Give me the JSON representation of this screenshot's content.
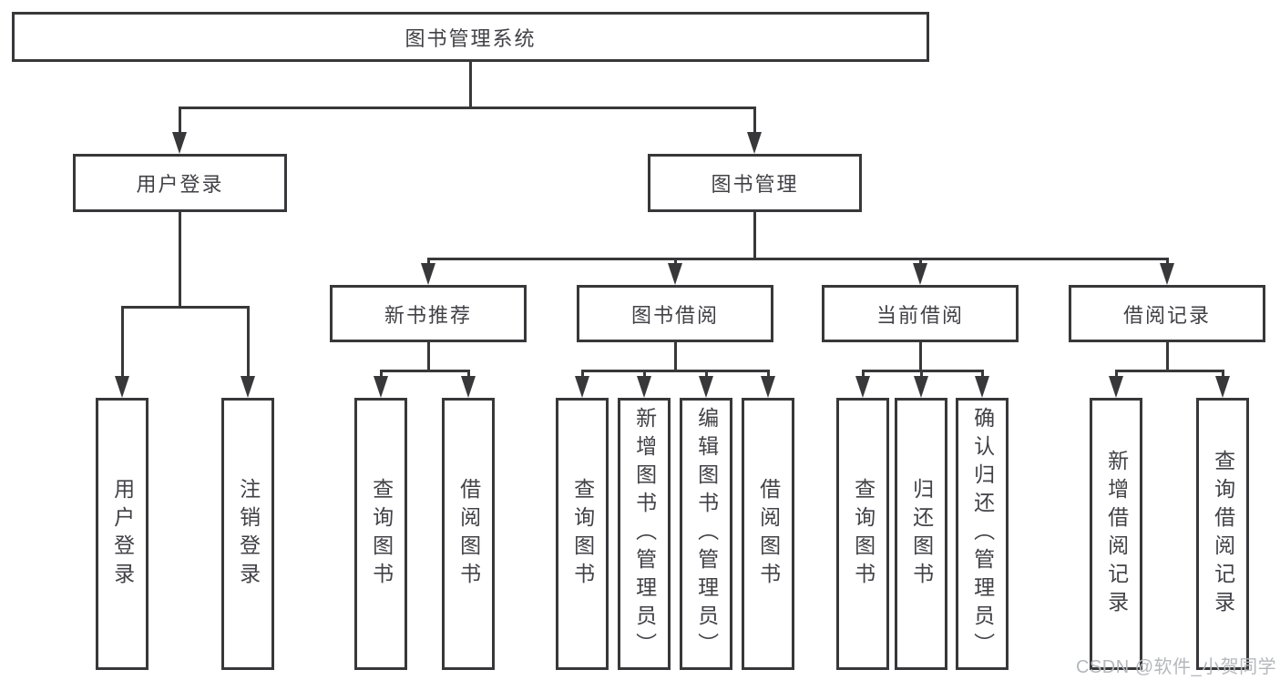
{
  "diagram": {
    "root": {
      "label": "图书管理系统"
    },
    "level2": [
      {
        "label": "用户登录"
      },
      {
        "label": "图书管理"
      }
    ],
    "level3": [
      {
        "label": "新书推荐"
      },
      {
        "label": "图书借阅"
      },
      {
        "label": "当前借阅"
      },
      {
        "label": "借阅记录"
      }
    ],
    "leaves": {
      "user": [
        "用户登录",
        "注销登录"
      ],
      "recommend": [
        "查询图书",
        "借阅图书"
      ],
      "borrow": [
        "查询图书",
        "新增图书（管理员）",
        "编辑图书（管理员）",
        "借阅图书"
      ],
      "current": [
        "查询图书",
        "归还图书",
        "确认归还（管理员）"
      ],
      "records": [
        "新增借阅记录",
        "查询借阅记录"
      ]
    }
  },
  "watermark": {
    "text": "CSDN @软件_小贺同学"
  },
  "colors": {
    "line": "#38383a",
    "box_border": "#38383a",
    "text": "#414147",
    "watermark_text": "#b4b8bd",
    "background": "#ffffff"
  }
}
